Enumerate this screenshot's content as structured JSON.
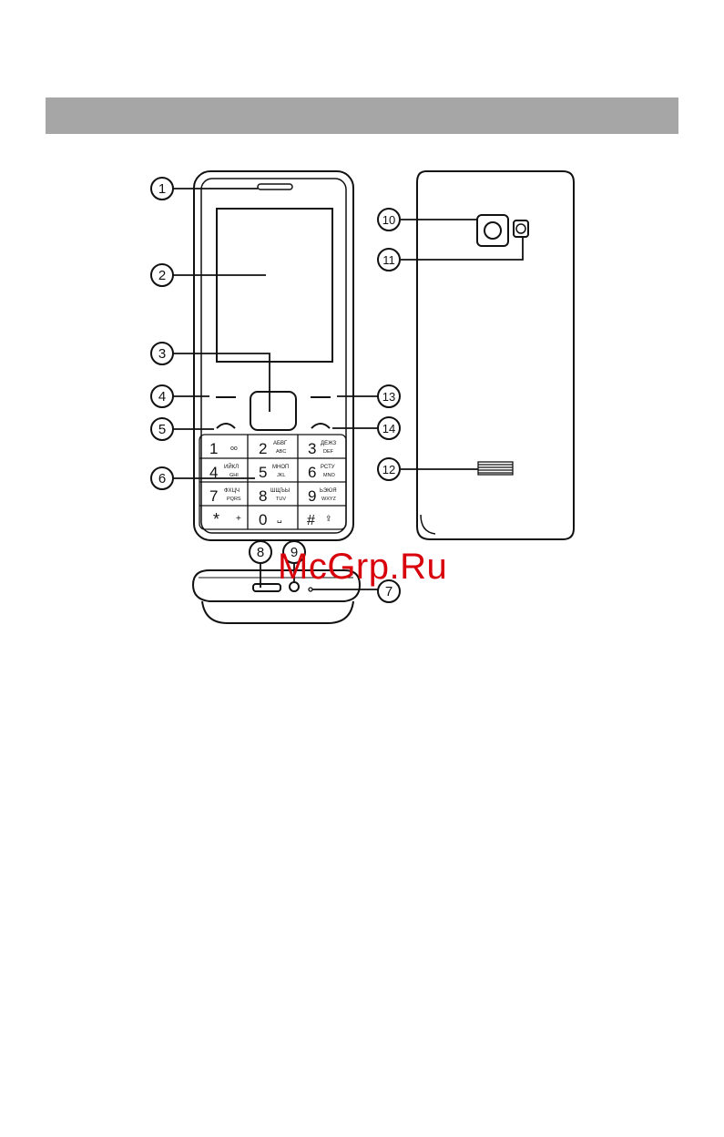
{
  "page": {
    "header_bar_color": "#a6a6a6"
  },
  "callouts": [
    {
      "id": "1"
    },
    {
      "id": "2"
    },
    {
      "id": "3"
    },
    {
      "id": "4"
    },
    {
      "id": "5"
    },
    {
      "id": "6"
    },
    {
      "id": "7"
    },
    {
      "id": "8"
    },
    {
      "id": "9"
    },
    {
      "id": "10"
    },
    {
      "id": "11"
    },
    {
      "id": "12"
    },
    {
      "id": "13"
    },
    {
      "id": "14"
    }
  ],
  "keypad": [
    {
      "digit": "1",
      "sub1": "",
      "sub2": "oo"
    },
    {
      "digit": "2",
      "sub1": "АБВГ",
      "sub2": "ABC"
    },
    {
      "digit": "3",
      "sub1": "ДЕЖЗ",
      "sub2": "DEF"
    },
    {
      "digit": "4",
      "sub1": "ИЙКЛ",
      "sub2": "GHI"
    },
    {
      "digit": "5",
      "sub1": "МНОП",
      "sub2": "JKL"
    },
    {
      "digit": "6",
      "sub1": "РСТУ",
      "sub2": "MNO"
    },
    {
      "digit": "7",
      "sub1": "ФХЦЧ",
      "sub2": "PQRS"
    },
    {
      "digit": "8",
      "sub1": "ШЩЪЫ",
      "sub2": "TUV"
    },
    {
      "digit": "9",
      "sub1": "ЬЭЮЯ",
      "sub2": "WXYZ"
    },
    {
      "digit": "*",
      "sub1": "+",
      "sub2": ""
    },
    {
      "digit": "0",
      "sub1": "␣",
      "sub2": ""
    },
    {
      "digit": "#",
      "sub1": "⇪",
      "sub2": ""
    }
  ],
  "watermark": {
    "text": "McGrp.Ru",
    "color": "#d8000b"
  }
}
